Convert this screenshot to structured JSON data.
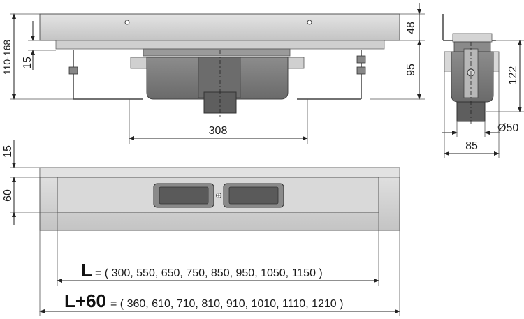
{
  "front_view": {
    "dim_top_thickness": "48",
    "dim_height_range": "110-168",
    "dim_flange": "15",
    "dim_body_height": "95",
    "dim_outlet_width": "308"
  },
  "side_view": {
    "dim_height": "122",
    "dim_outlet_diameter": "Ø50",
    "dim_width": "85"
  },
  "top_view": {
    "dim_flange": "15",
    "dim_channel_width": "60",
    "L_label": "L",
    "L_values": "= ( 300, 550, 650, 750, 850, 950, 1050, 1150 )",
    "L60_label": "L+60",
    "L60_values": "= ( 360, 610, 710, 810, 910, 1010, 1110, 1210 )"
  },
  "colors": {
    "steel_light": "#d8d8d8",
    "steel_mid": "#b8b8b8",
    "body_dark": "#7a7a7a",
    "outlet_dark": "#5e5e5e"
  }
}
